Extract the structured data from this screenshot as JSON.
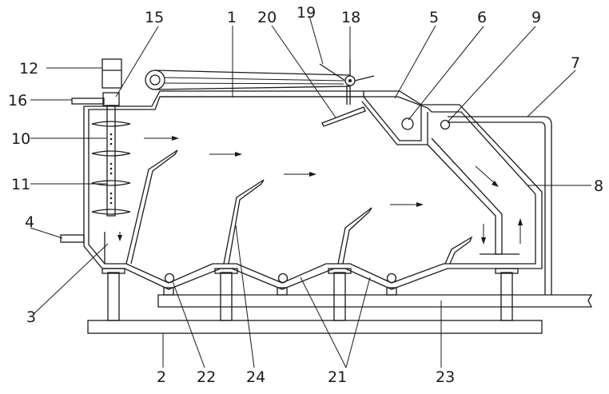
{
  "labels": {
    "l1": "1",
    "l2": "2",
    "l3": "3",
    "l4": "4",
    "l5": "5",
    "l6": "6",
    "l7": "7",
    "l8": "8",
    "l9": "9",
    "l10": "10",
    "l11": "11",
    "l12": "12",
    "l15": "15",
    "l16": "16",
    "l18": "18",
    "l19": "19",
    "l20": "20",
    "l21": "21",
    "l22": "22",
    "l23": "23",
    "l24": "24"
  }
}
